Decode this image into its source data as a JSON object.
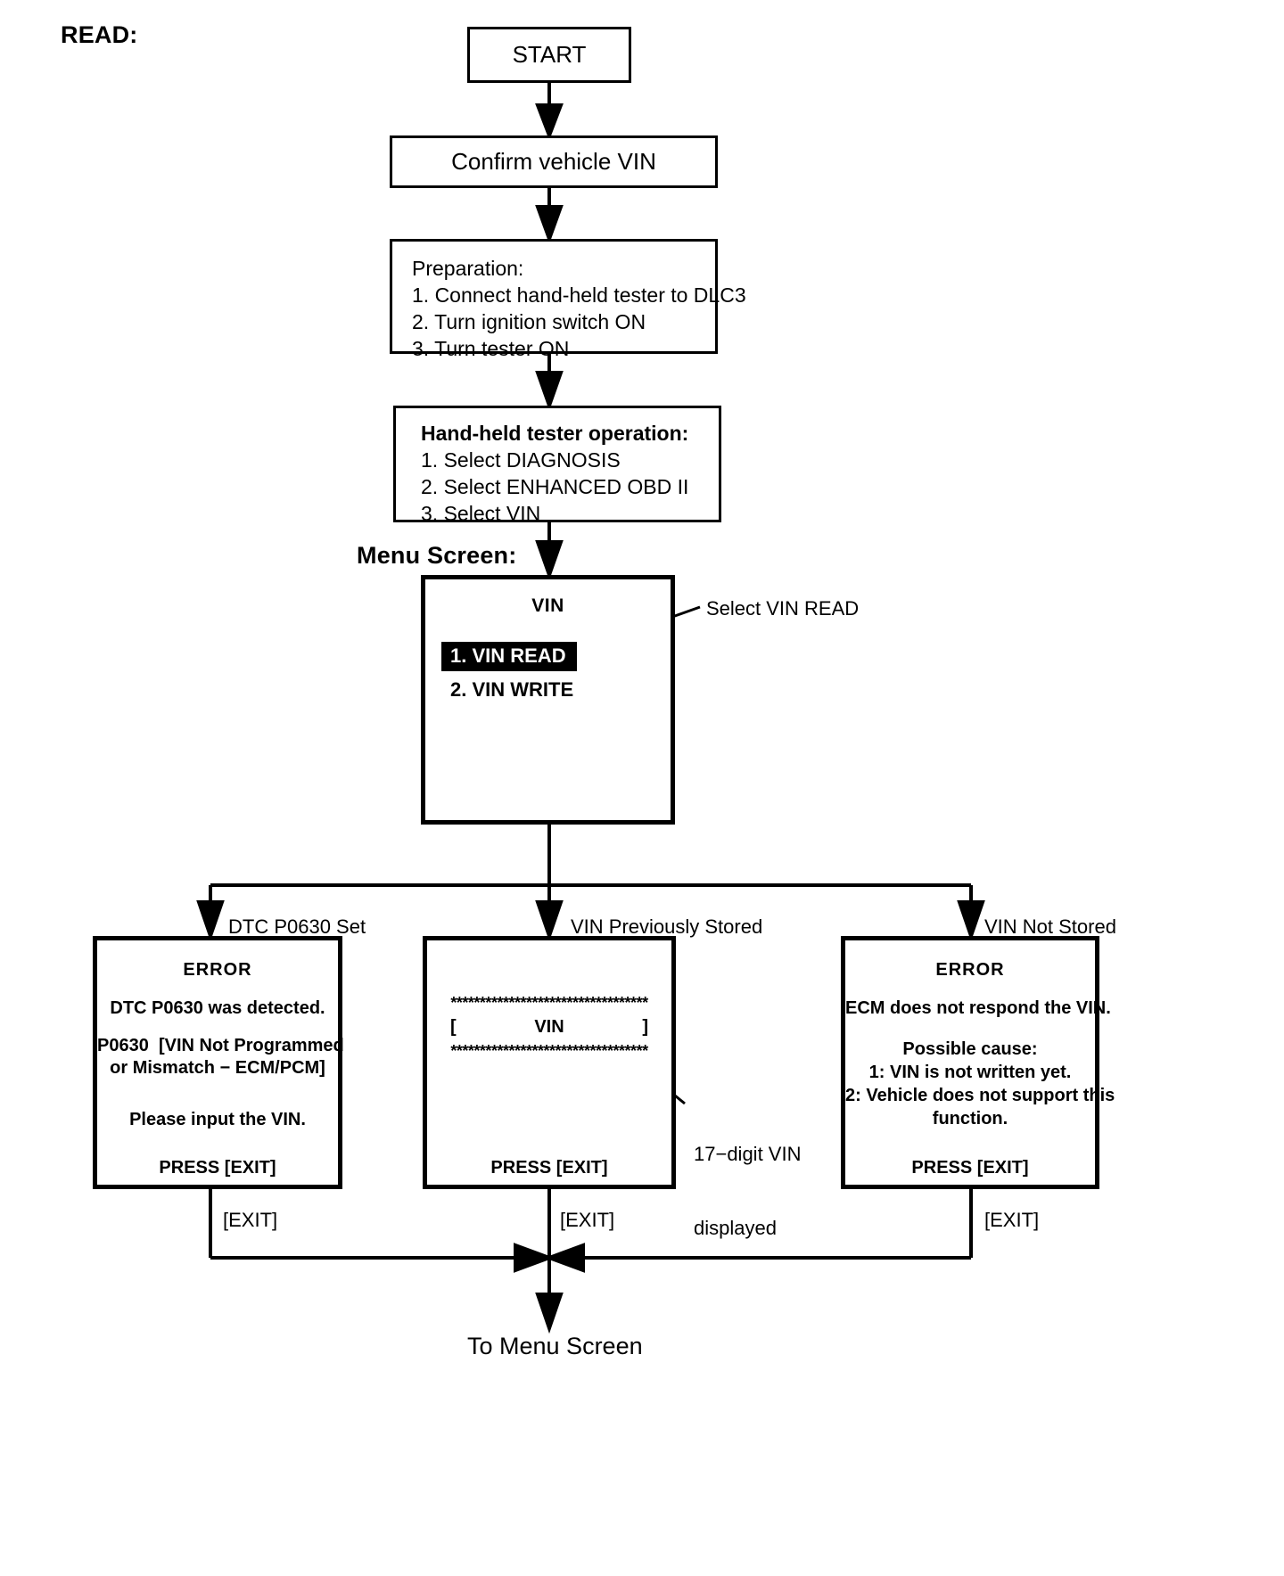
{
  "page": {
    "section_label": "READ:",
    "menu_screen_label": "Menu Screen:",
    "footer_label": "To Menu Screen"
  },
  "flow": {
    "start": {
      "label": "START"
    },
    "confirm": {
      "label": "Confirm vehicle VIN"
    },
    "preparation": {
      "title": "Preparation:",
      "steps": [
        "1. Connect hand-held tester to DLC3",
        "2. Turn ignition switch ON",
        "3. Turn tester ON"
      ]
    },
    "tester_operation": {
      "title": "Hand-held tester operation:",
      "steps": [
        "1. Select DIAGNOSIS",
        "2. Select ENHANCED OBD II",
        "3. Select VIN"
      ]
    },
    "menu_screen": {
      "title": "VIN",
      "items": [
        {
          "label": "1. VIN READ",
          "selected": true
        },
        {
          "label": "2. VIN WRITE",
          "selected": false
        }
      ],
      "callout": "Select VIN READ"
    }
  },
  "branches": [
    {
      "condition": "DTC P0630 Set",
      "exit_label": "[EXIT]"
    },
    {
      "condition": "VIN Previously Stored",
      "exit_label": "[EXIT]"
    },
    {
      "condition": "VIN Not Stored",
      "exit_label": "[EXIT]"
    }
  ],
  "screens": {
    "error_dtc": {
      "title": "ERROR",
      "lines": [
        "DTC P0630 was detected.",
        "P0630  [VIN Not Programmed",
        "or Mismatch − ECM/PCM]",
        "Please input the VIN."
      ],
      "footer": "PRESS [EXIT]"
    },
    "vin_stored": {
      "asterisks_top": "**********************************",
      "bracket_left": "[",
      "vin_label": "VIN",
      "bracket_right": "]",
      "asterisks_bottom": "**********************************",
      "footer": "PRESS [EXIT]",
      "callout_line1": "17−digit VIN",
      "callout_line2": "displayed"
    },
    "error_no_vin": {
      "title": "ERROR",
      "lines": [
        "ECM does not respond the VIN.",
        "Possible cause:",
        "1: VIN is not written yet.",
        "2: Vehicle does not support this",
        "function."
      ],
      "footer": "PRESS [EXIT]"
    }
  },
  "colors": {
    "stroke": "#000000",
    "background": "#ffffff",
    "highlight_bg": "#000000",
    "highlight_fg": "#ffffff"
  }
}
